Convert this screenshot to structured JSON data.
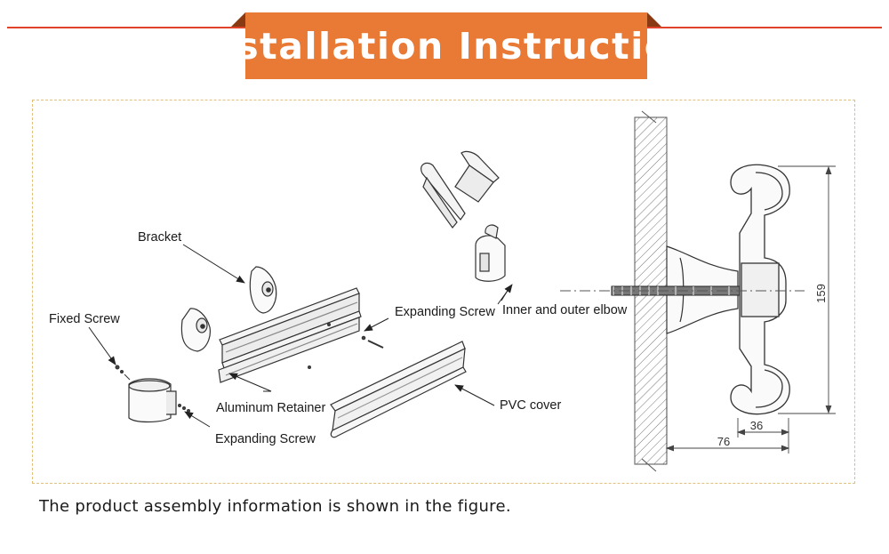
{
  "header": {
    "title": "Installation Instruction",
    "banner_color": "#e87a35",
    "line_color": "#e0422a"
  },
  "labels": {
    "bracket": "Bracket",
    "fixed_screw": "Fixed Screw",
    "expanding_screw_top": "Expanding Screw",
    "inner_outer_elbow": "Inner and outer elbow",
    "aluminum_retainer": "Aluminum Retainer",
    "pvc_cover": "PVC cover",
    "expanding_screw_bottom": "Expanding Screw"
  },
  "dimensions": {
    "height": "159",
    "depth_inner": "36",
    "depth_total": "76"
  },
  "caption": "The product assembly information is shown in the figure."
}
